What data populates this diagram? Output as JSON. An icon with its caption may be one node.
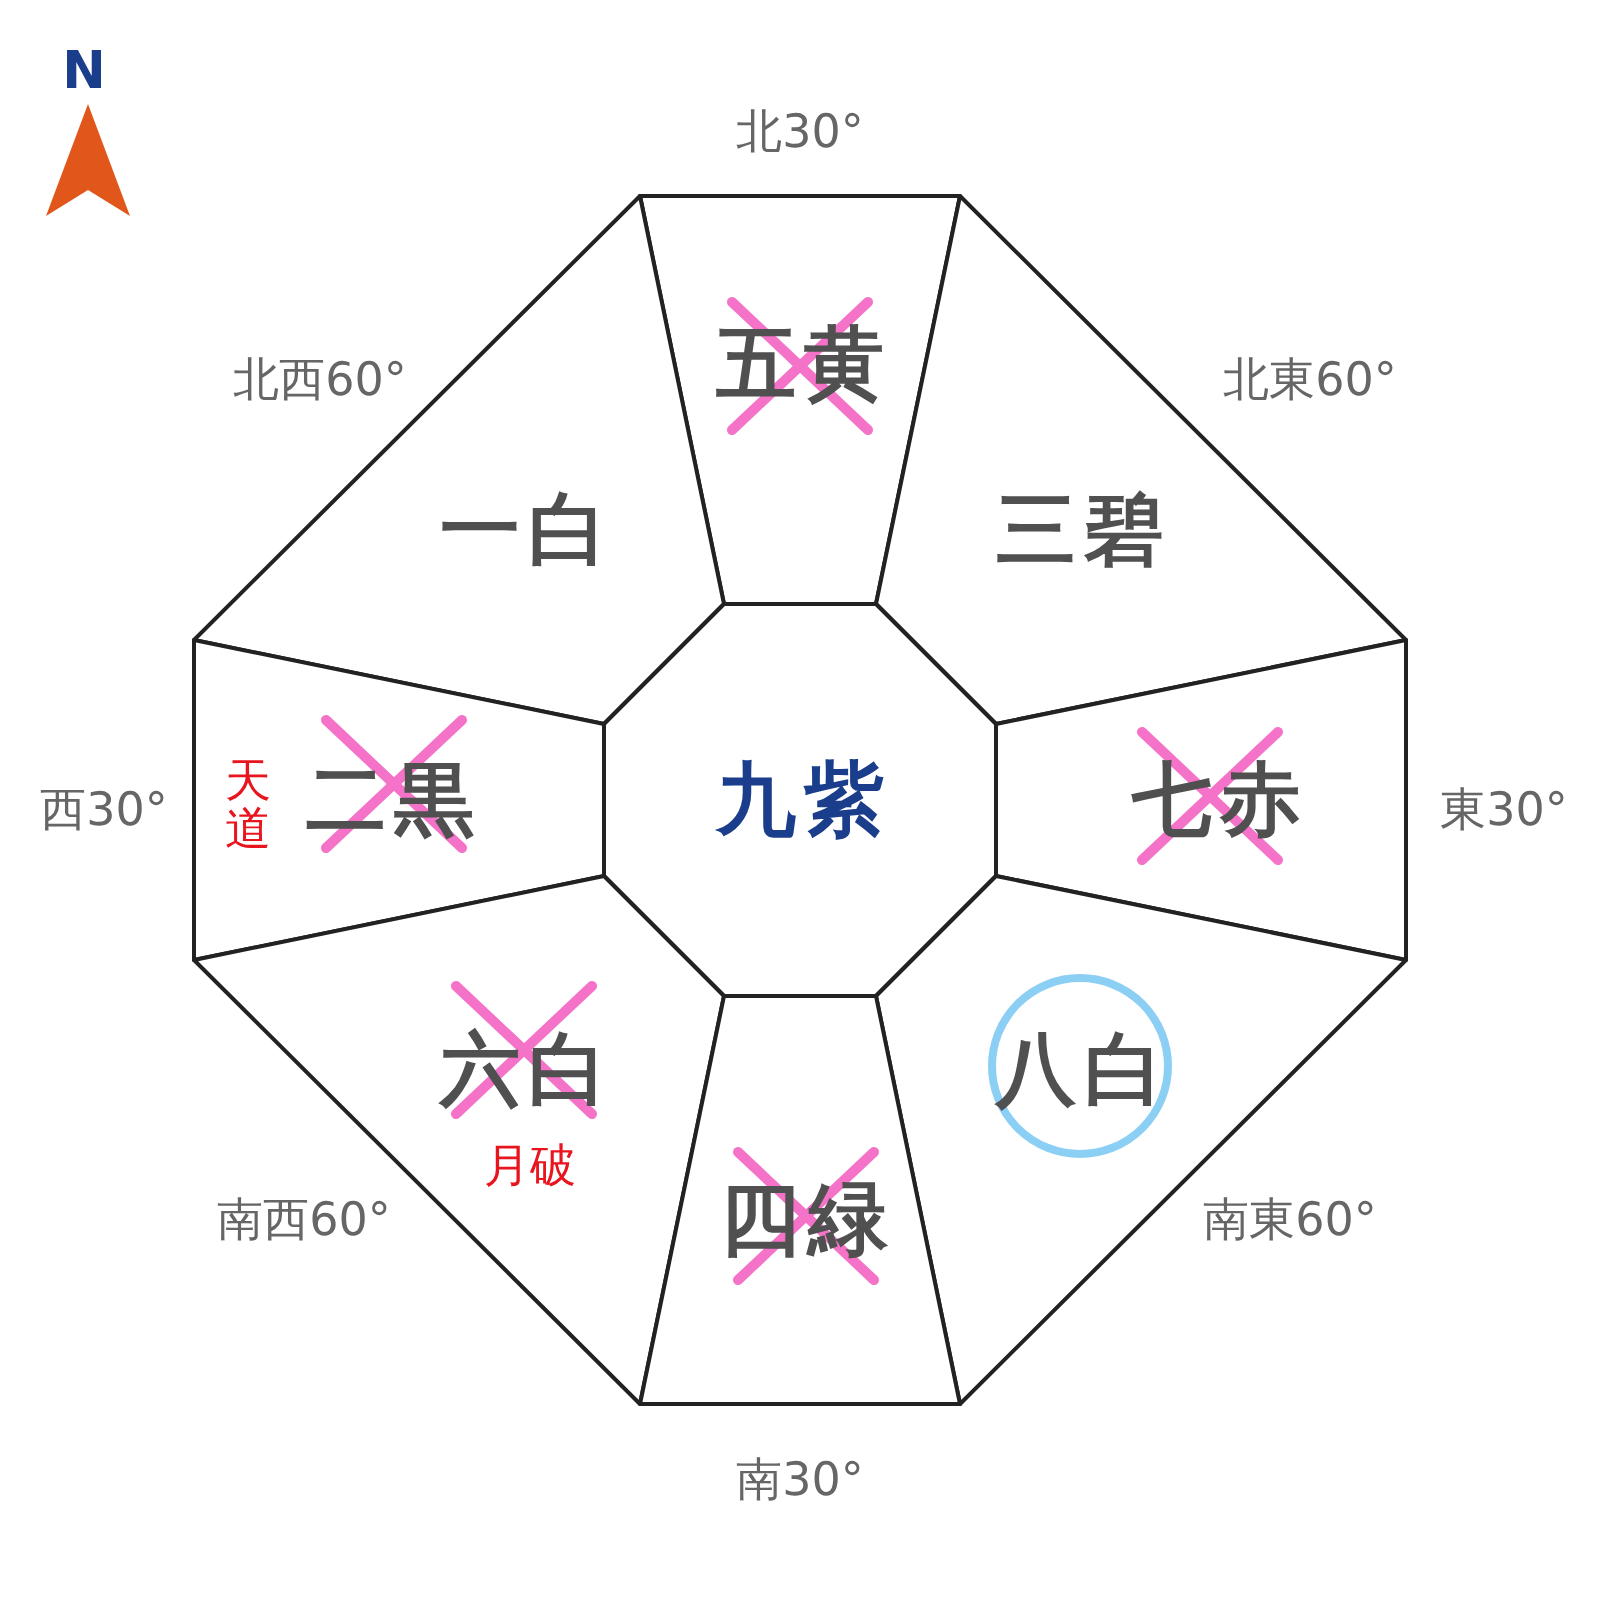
{
  "diagram": {
    "nodes": [
      {
        "text": [
          "五黄"
        ]
      },
      {
        "text": [
          "一白"
        ]
      },
      {
        "text": [
          "三碧"
        ]
      },
      {
        "text": [
          "天道",
          "二黒"
        ]
      },
      {
        "text": [
          "九紫"
        ]
      },
      {
        "text": [
          "七赤"
        ]
      },
      {
        "text": [
          "六白",
          "月破"
        ]
      },
      {
        "text": [
          "八白"
        ]
      },
      {
        "text": [
          "四緑"
        ]
      }
    ],
    "edges": [],
    "labels": [
      "N",
      "北30°",
      "北西60°",
      "北東60°",
      "西30°",
      "東30°",
      "南西60°",
      "南東60°",
      "南30°"
    ]
  }
}
